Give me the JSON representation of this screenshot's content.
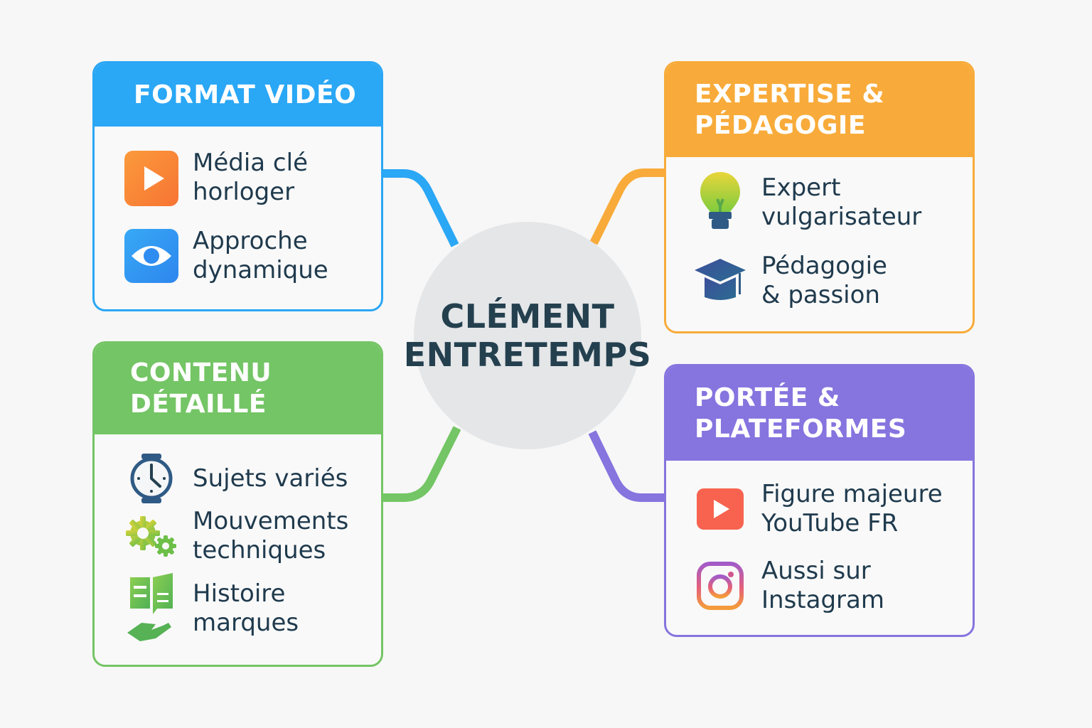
{
  "center": {
    "line1": "CLÉMENT",
    "line2": "ENTRETEMPS",
    "color": "#e4e6e8",
    "text_color": "#24404f"
  },
  "branches": {
    "video": {
      "title_lines": [
        "FORMAT VIDÉO"
      ],
      "color": "#2aa7f5",
      "items": [
        {
          "icon": "play-icon",
          "lines": [
            "Média clé",
            "horloger"
          ]
        },
        {
          "icon": "eye-icon",
          "lines": [
            "Approche",
            "dynamique"
          ]
        }
      ]
    },
    "expertise": {
      "title_lines": [
        "EXPERTISE &",
        "PÉDAGOGIE"
      ],
      "color": "#f8ab3a",
      "items": [
        {
          "icon": "lightbulb-icon",
          "lines": [
            "Expert",
            "vulgarisateur"
          ]
        },
        {
          "icon": "graduation-cap-icon",
          "lines": [
            "Pédagogie",
            "& passion"
          ]
        }
      ]
    },
    "contenu": {
      "title_lines": [
        "CONTENU",
        "DÉTAILLÉ"
      ],
      "color": "#74c565",
      "items": [
        {
          "icon": "watch-icon",
          "lines": [
            "Sujets variés"
          ]
        },
        {
          "icon": "gears-icon",
          "lines": [
            "Mouvements",
            "techniques"
          ]
        },
        {
          "icon": "book-hand-icon",
          "lines": [
            "Histoire",
            "marques"
          ]
        }
      ]
    },
    "portee": {
      "title_lines": [
        "PORTÉE &",
        "PLATEFORMES"
      ],
      "color": "#8674df",
      "items": [
        {
          "icon": "youtube-icon",
          "lines": [
            "Figure majeure",
            "YouTube FR"
          ]
        },
        {
          "icon": "instagram-icon",
          "lines": [
            "Aussi sur",
            "Instagram"
          ]
        }
      ]
    }
  }
}
